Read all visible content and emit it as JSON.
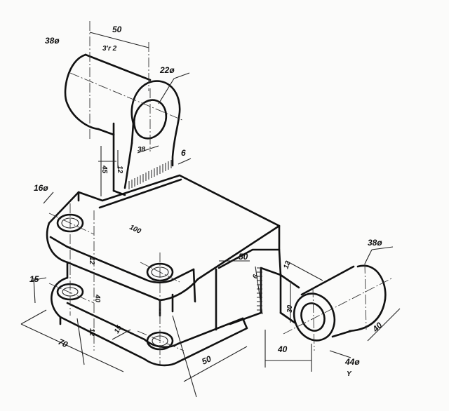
{
  "labels": {
    "dia_top_boss": "38ø",
    "dim_50_top": "50",
    "note_r": "3'r 2",
    "dia_hole_top": "22ø",
    "dim_38_lug": "38",
    "dim_12_lug": "12",
    "dim_45": "45",
    "dim_6_fillet": "6",
    "dia_bolt_hole": "16ø",
    "dim_100": "100",
    "dim_12_flange": "12",
    "dim_40_vert": "40",
    "dim_15_angle": "15",
    "dim_12_base": "12",
    "dim_15_base": "15",
    "dim_70": "70",
    "dim_50_base": "50",
    "dim_50_right": "50",
    "dim_6_right": "6",
    "dim_12_right": "12",
    "dim_30": "30",
    "dia_right_boss": "38ø",
    "dim_40_right_len": "40",
    "dim_40_right_height": "40",
    "dia_hole_right": "44ø",
    "marker_y": "Y"
  }
}
